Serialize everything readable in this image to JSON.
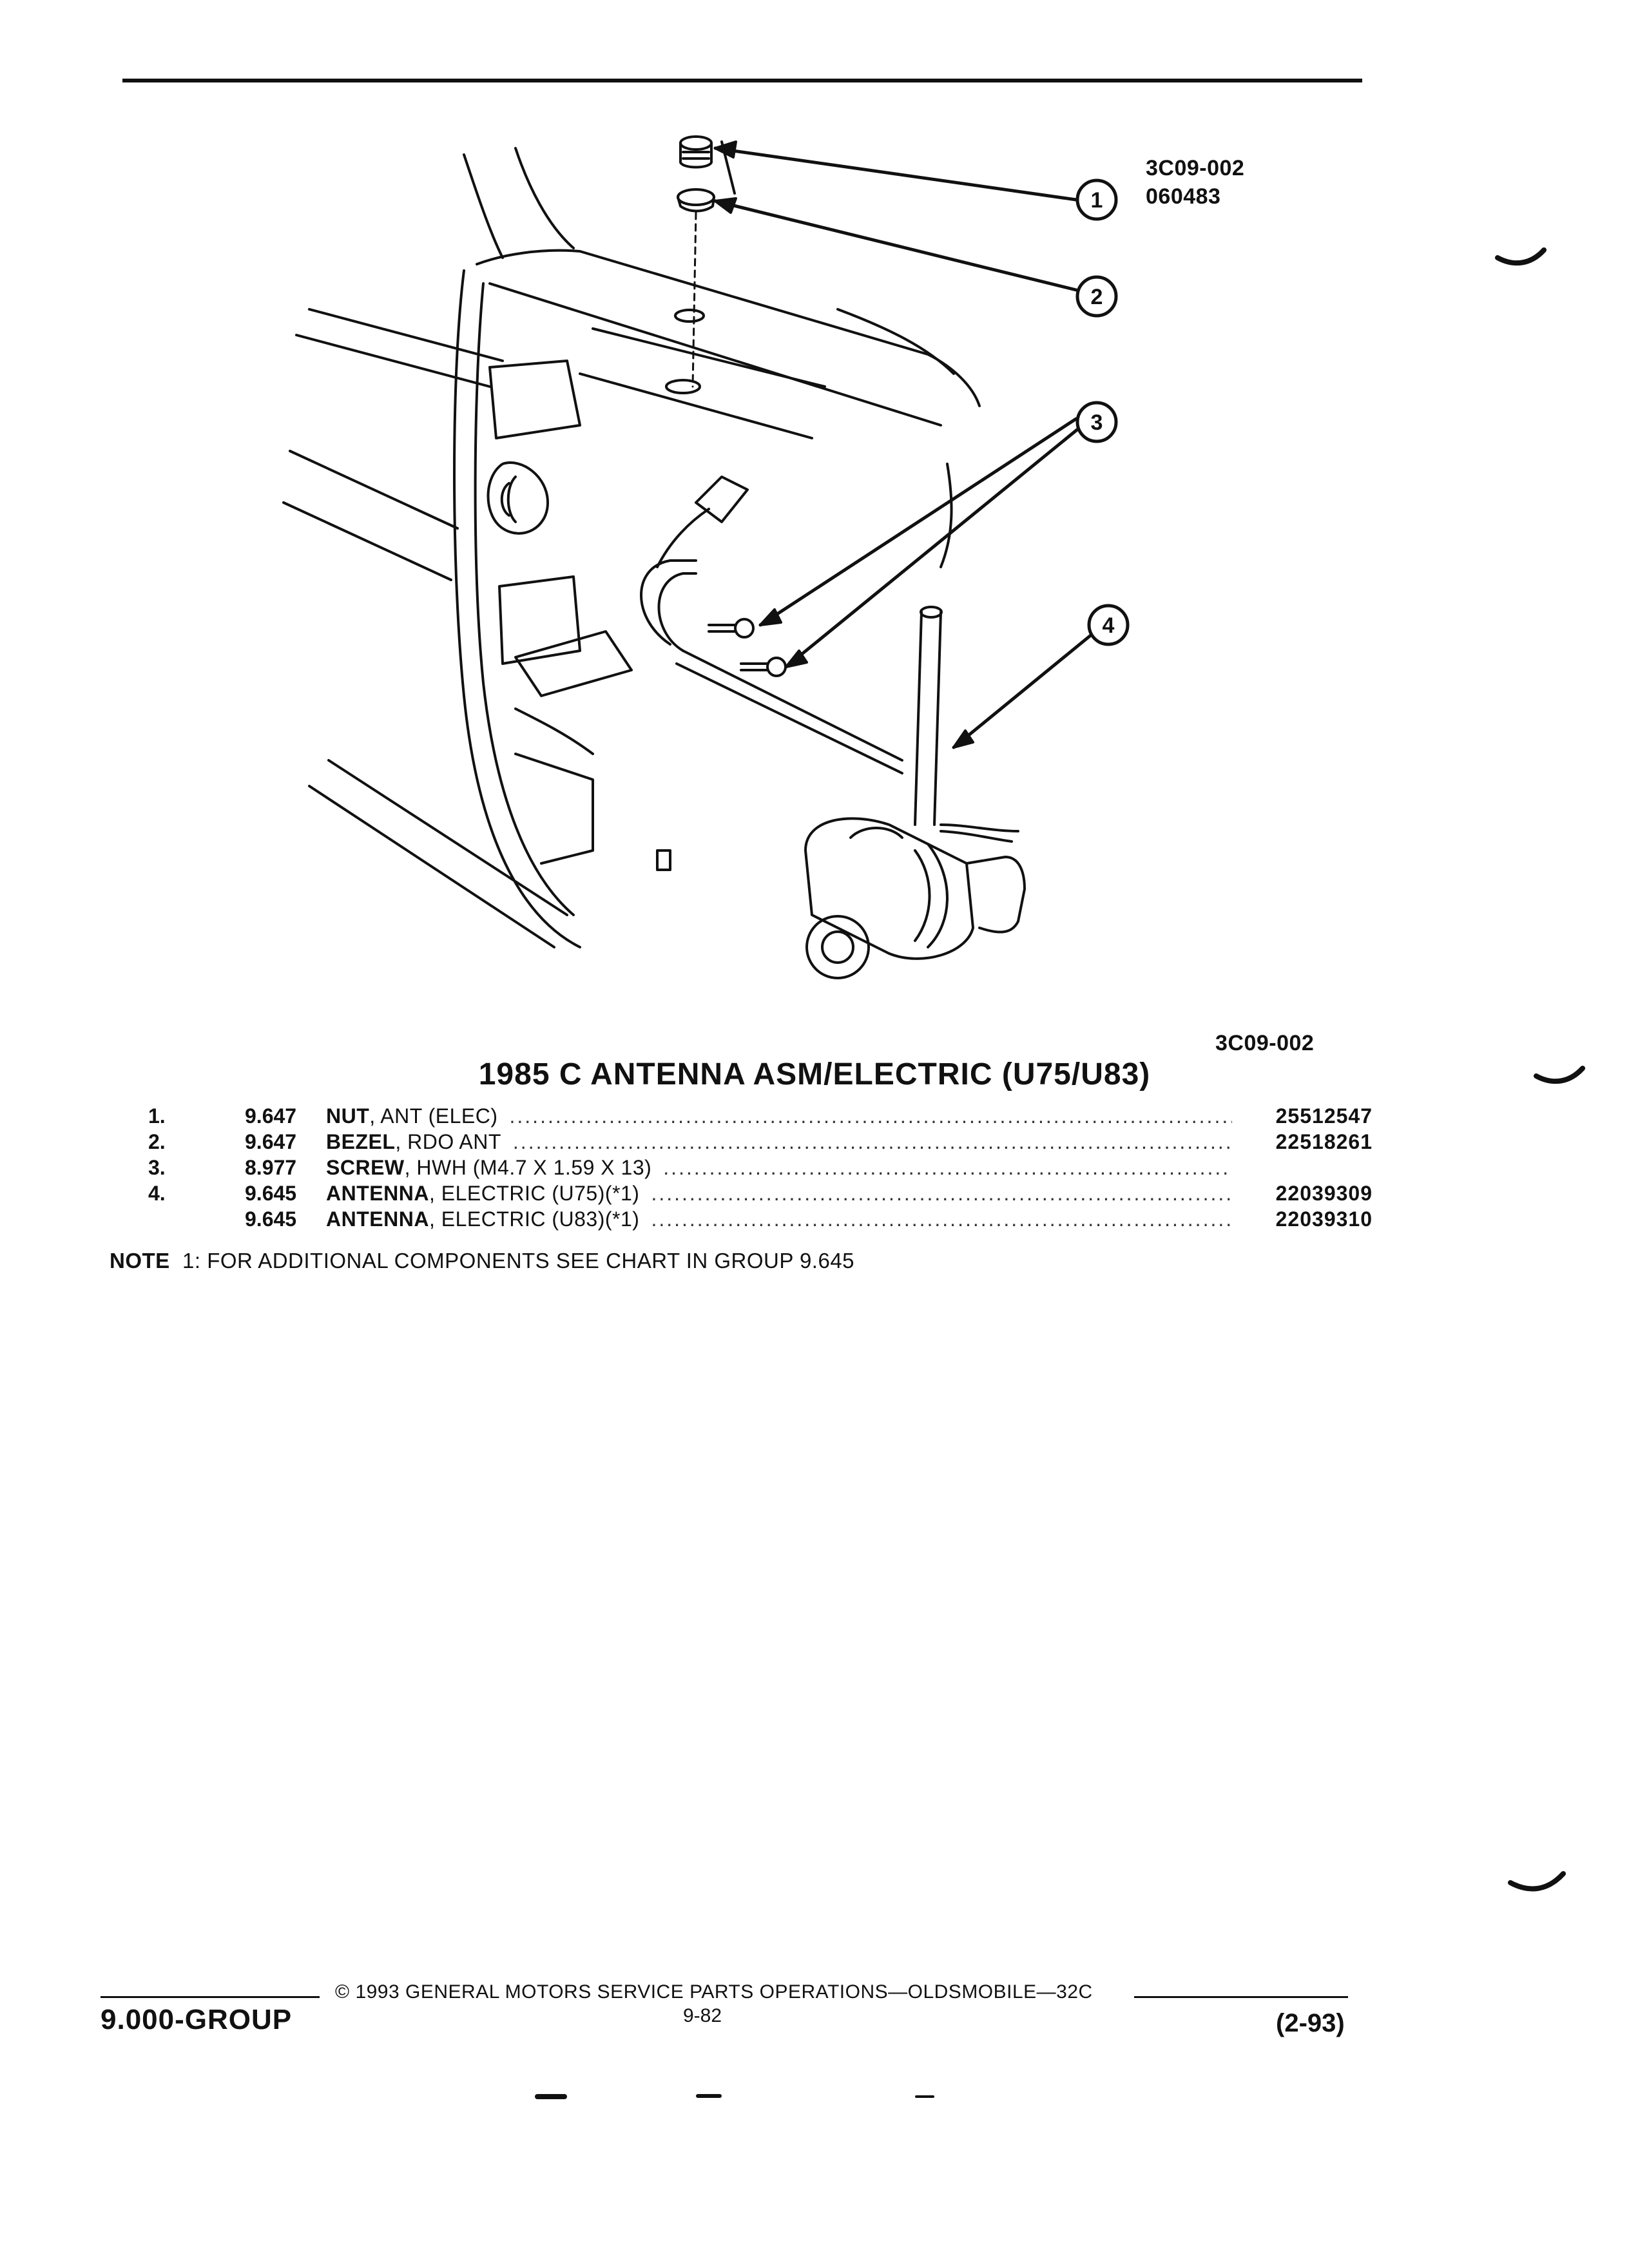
{
  "figure": {
    "ref_top": "3C09-002",
    "ref_date": "060483",
    "ref_bottom": "3C09-002",
    "callouts": [
      "1",
      "2",
      "3",
      "4"
    ]
  },
  "title": "1985 C ANTENNA ASM/ELECTRIC (U75/U83)",
  "parts": [
    {
      "no": "1.",
      "group": "9.647",
      "name": "NUT",
      "desc": ", ANT (ELEC)",
      "part_number": "25512547"
    },
    {
      "no": "2.",
      "group": "9.647",
      "name": "BEZEL",
      "desc": ", RDO ANT",
      "part_number": "22518261"
    },
    {
      "no": "3.",
      "group": "8.977",
      "name": "SCREW",
      "desc": ", HWH (M4.7 X 1.59 X 13)",
      "part_number": ""
    },
    {
      "no": "4.",
      "group": "9.645",
      "name": "ANTENNA",
      "desc": ", ELECTRIC (U75)(*1)",
      "part_number": "22039309"
    },
    {
      "no": "",
      "group": "9.645",
      "name": "ANTENNA",
      "desc": ", ELECTRIC (U83)(*1)",
      "part_number": "22039310"
    }
  ],
  "note": {
    "label": "NOTE",
    "text": "1:  FOR ADDITIONAL COMPONENTS SEE CHART IN GROUP 9.645"
  },
  "footer": {
    "group": "9.000-GROUP",
    "copyright": "© 1993  GENERAL MOTORS SERVICE PARTS OPERATIONS—OLDSMOBILE—32C",
    "page": "9-82",
    "date": "(2-93)"
  }
}
